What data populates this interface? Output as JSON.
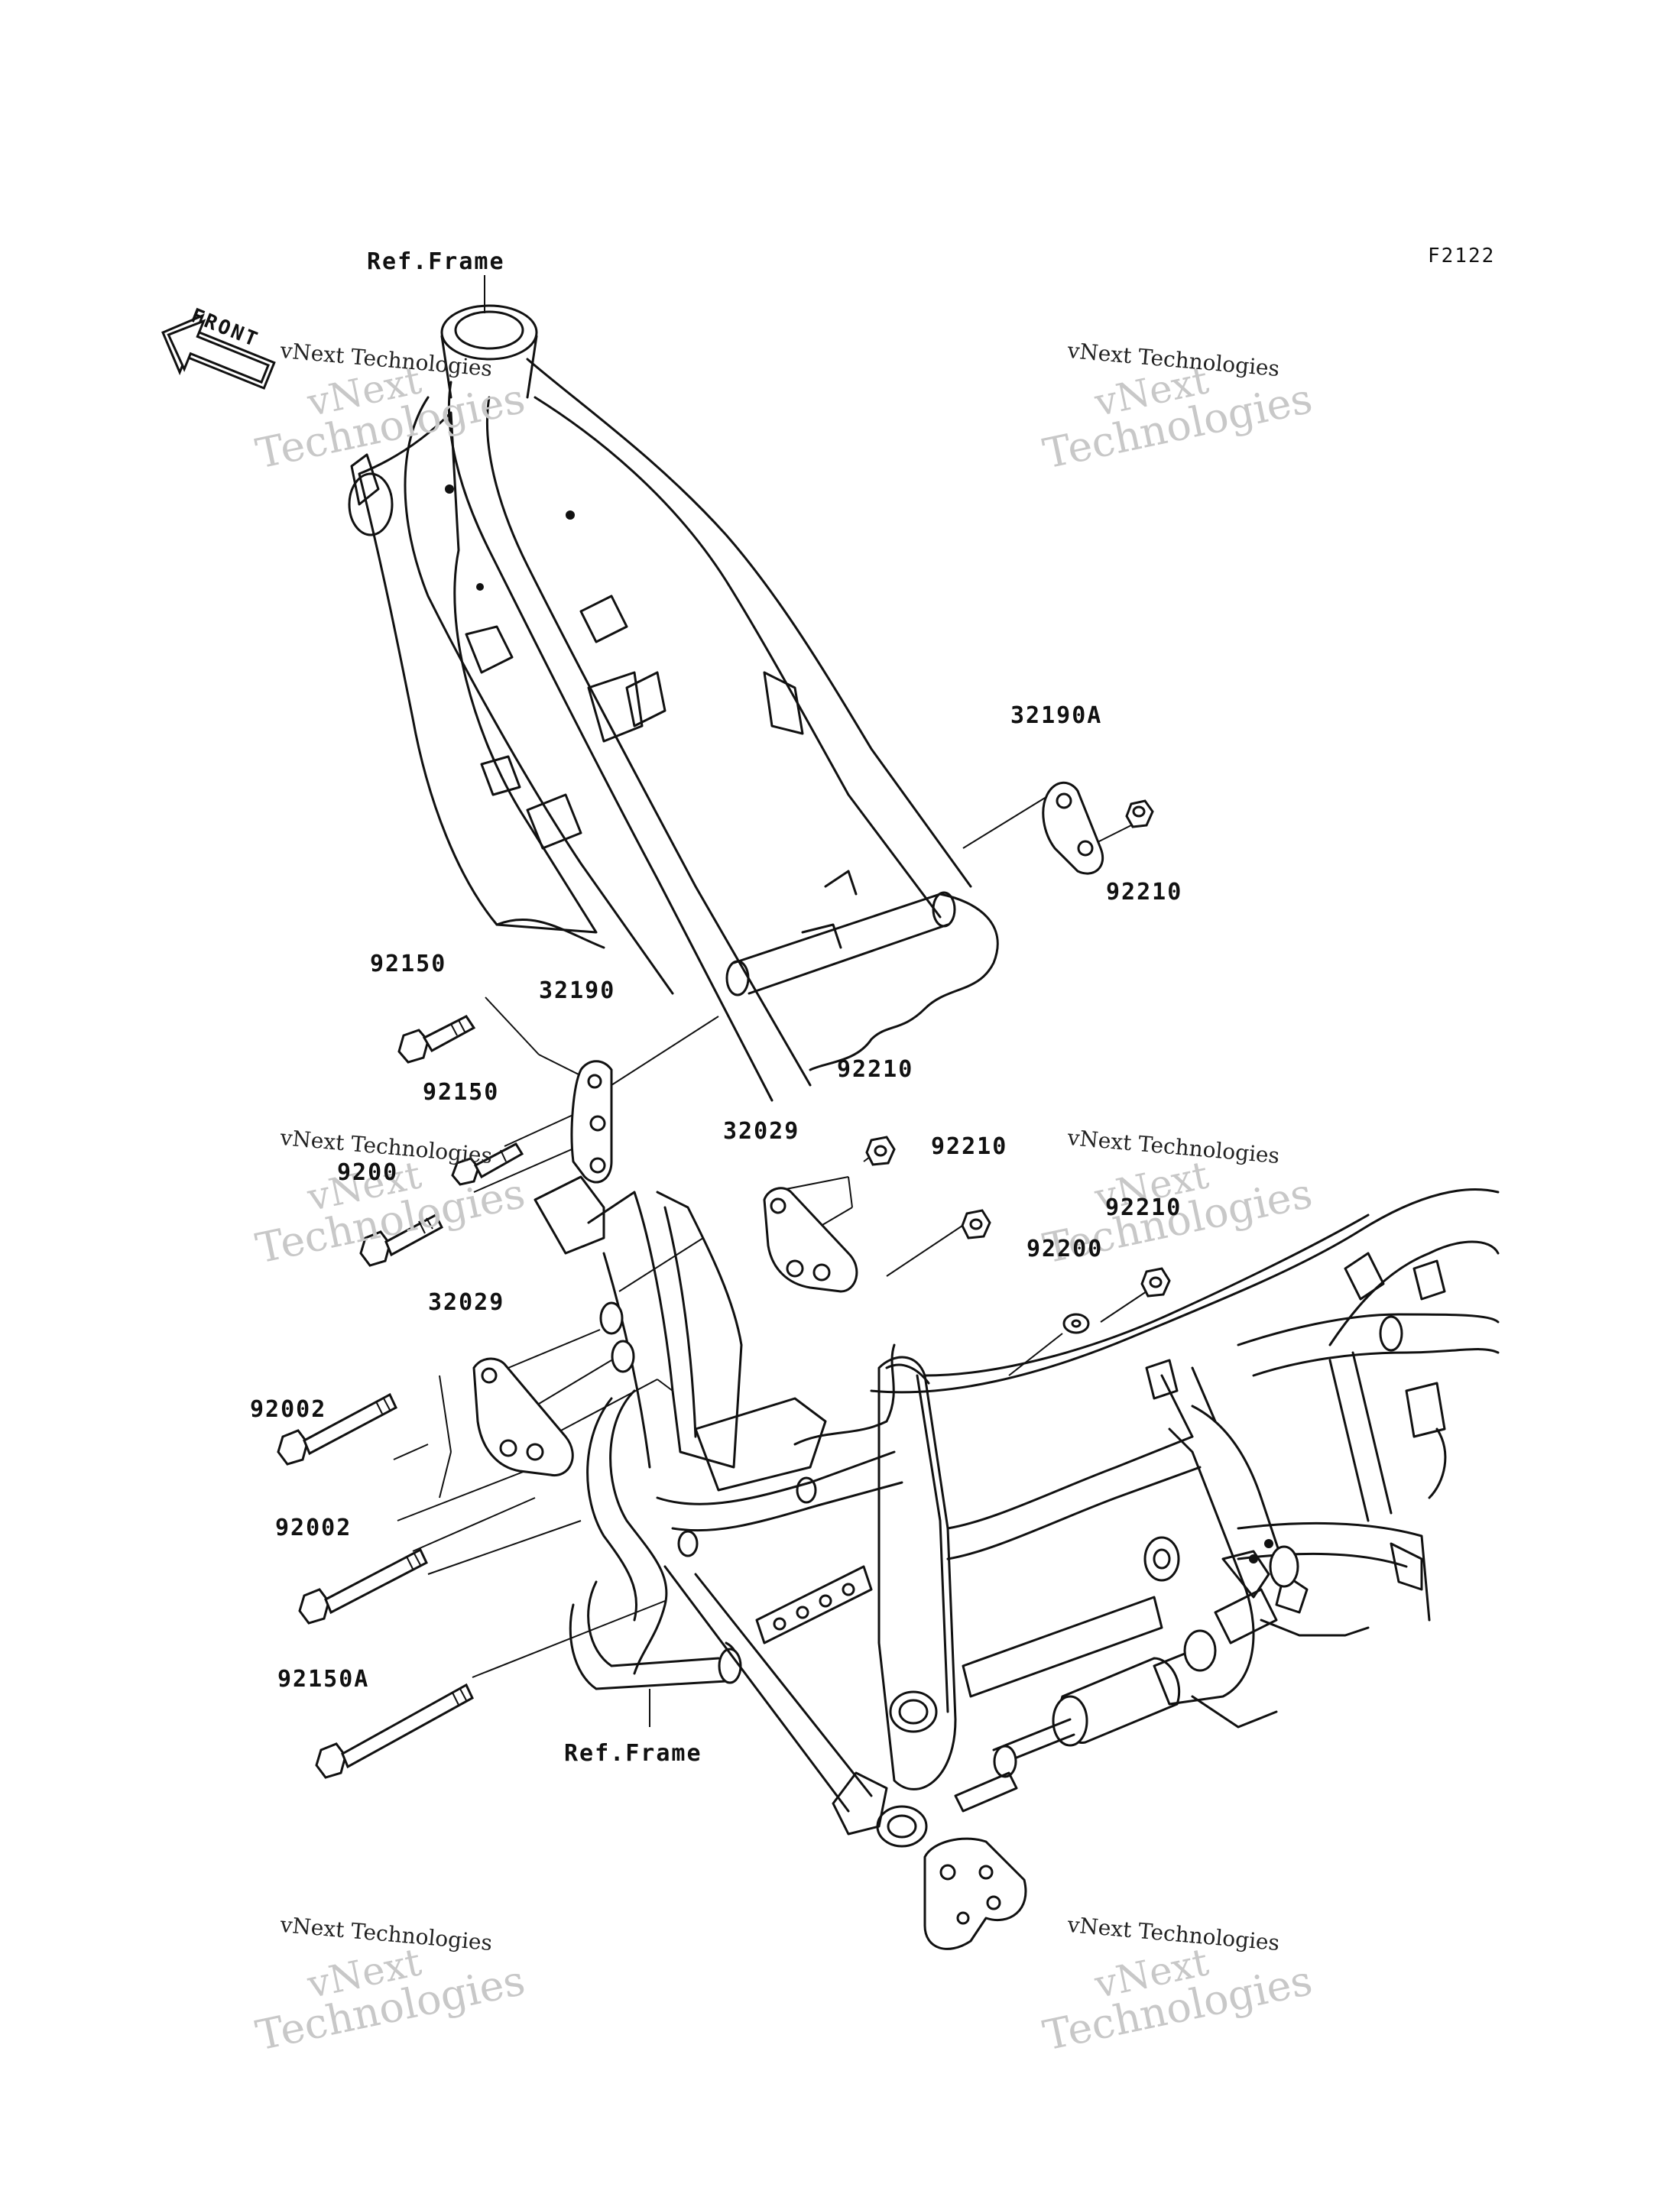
{
  "diagram_code": "F2122",
  "front_badge": "FRONT",
  "labels": {
    "ref_frame_top": "Ref.Frame",
    "ref_frame_bottom": "Ref.Frame",
    "p32190A": "32190A",
    "p92210_a": "92210",
    "p92150_a": "92150",
    "p32190": "32190",
    "p92150_b": "92150",
    "p9200": "9200",
    "p92210_b": "92210",
    "p32029_a": "32029",
    "p92210_c": "92210",
    "p92210_d": "92210",
    "p92200": "92200",
    "p32029_b": "32029",
    "p92002_a": "92002",
    "p92002_b": "92002",
    "p92150A": "92150A"
  },
  "watermark": {
    "line1": "vNext",
    "line2": "Technologies",
    "small": "vNext Technologies"
  }
}
